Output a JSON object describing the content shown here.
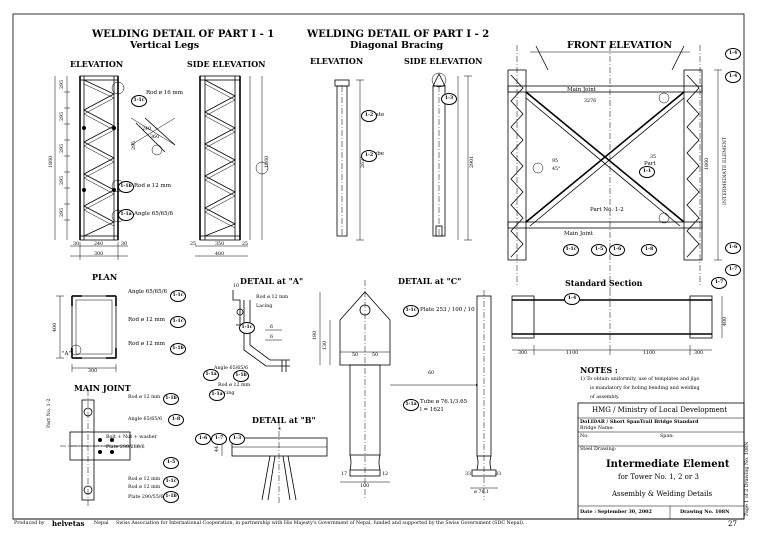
{
  "headers": {
    "part1_title": "WELDING DETAIL OF PART  I - 1",
    "part1_sub": "Vertical Legs",
    "part2_title": "WELDING DETAIL OF PART  I - 2",
    "part2_sub": "Diagonal Bracing",
    "front_elevation": "FRONT ELEVATION",
    "elevation_1": "ELEVATION",
    "side_elevation_1": "SIDE ELEVATION",
    "elevation_2": "ELEVATION",
    "side_elevation_2": "SIDE ELEVATION",
    "plan": "PLAN",
    "detail_a": "DETAIL at \"A\"",
    "detail_b": "DETAIL at \"B\"",
    "detail_c": "DETAIL at \"C\"",
    "main_joint": "MAIN  JOINT",
    "standard_section": "Standard Section"
  },
  "callouts": [
    "1-1c",
    "1-1b",
    "1-1a",
    "1-2",
    "1-2",
    "1-3",
    "1-4",
    "1-4",
    "1-6",
    "1-7",
    "1-8",
    "1-1c",
    "1-1c",
    "1-1b",
    "1-1a",
    "1-1c",
    "1-1a",
    "1-1b",
    "1-1c",
    "1-1a",
    "1-1b",
    "1-6",
    "1-7",
    "1-3",
    "1-5",
    "1-1c",
    "1-1b",
    "1-4",
    "1-1c",
    "1-5",
    "1-6",
    "1-7",
    "1-8",
    "1-1"
  ],
  "labels": {
    "rod16": "Rod ø 16 mm",
    "rod12": "Rod ø 12 mm",
    "angle65": "Angle 65/65/6",
    "plate": "Plate",
    "tube": "Tube",
    "main_joint": "Main Joint",
    "main_joint2": "Main Joint",
    "part": "Part",
    "part_no": "Part No. 1-2",
    "plan_angle": "Angle 65/65/6",
    "plan_rod1": "Rod ø 12 mm",
    "plan_rod2": "Rod ø 12 mm",
    "plan_a": "\"A\"",
    "da_rod": "Rod ø 12 mm",
    "da_lacing": "Lacing",
    "da_angle": "Angle 65/65/6",
    "da_rod2": "Rod ø 12 mm",
    "da_lacing2": "Lacing",
    "dc_plate": "Plate 253 / 100 / 10",
    "dc_tube": "Tube ø 76.1/3.65",
    "dc_len": "l = 1621",
    "mj_rod1": "Rod ø 12 mm",
    "mj_angle": "Angle 65/65/6",
    "mj_bolt": "Bolt + Nut + washer",
    "mj_plate1": "Plate 290/286/6",
    "mj_rod2": "Rod ø 12 mm",
    "mj_rod3": "Rod ø 12 mm",
    "mj_plate2": "Plate 290/55/6",
    "part_no_12": "Part No. 1-2",
    "intermediate_element": "INTERMEDIATE ELEMENT"
  },
  "dimensions": {
    "e1_bottom": [
      "240",
      "30",
      "30"
    ],
    "e1_total": "300",
    "e1_height": "1860",
    "e1_segments": [
      "30",
      "295",
      "295",
      "295",
      "295",
      "295",
      "295",
      "30"
    ],
    "se1_bottom": [
      "25",
      "350",
      "25"
    ],
    "se1_total": "400",
    "se1_height": "1860",
    "lacing_240": "240",
    "lacing_295": "295",
    "lacing_360": "360",
    "e2_height": "2621",
    "se2_height": "2901",
    "fe_height": "1860",
    "fe_rot": "3276",
    "fe_angle": "45°",
    "fe_95": "95",
    "fe_45": "45",
    "fe_35": "35",
    "plan_400": "400",
    "plan_300": "300",
    "std_300a": "300",
    "std_1100a": "1100",
    "std_1100b": "1100",
    "std_300b": "300",
    "std_400": "400",
    "dc_50a": "50",
    "dc_50b": "50",
    "dc_130": "130",
    "dc_180": "180",
    "dc_100": "100",
    "dc_76": "ø 76.1",
    "dc_76b": "ø 76.1",
    "dc_60": "60",
    "dc_17": "17",
    "dc_12": "12",
    "dc_33a": "33",
    "dc_33b": "33",
    "da_10": "10",
    "da_6a": "6",
    "da_6b": "6",
    "db_44": "44",
    "db_4": "4"
  },
  "notes": {
    "title": "NOTES :",
    "line1": "1)  To obtain uniformity, use of templates and jigs",
    "line2": "is mandatory for holing bending and welding",
    "line3": "of assembly."
  },
  "title_block": {
    "org": "HMG / Ministry of Local Development",
    "std": "DoLIDAR / Short SpanTrail Bridge Standard",
    "bridge_name": "Bridge Name:",
    "no": "No:",
    "span": "Span:",
    "steel_drawing": "Steel Drawing:",
    "main_title": "Intermediate Element",
    "sub_title": "for Tower  No. 1, 2 or 3",
    "assembly": "Assembly & Welding Details",
    "date": "Date : September 30, 2002",
    "drawing_no": "Drawing No. 108N"
  },
  "footer": {
    "produced_by": "Produced by",
    "helvetas": "helvetas",
    "nepal": "Nepal",
    "text": "Swiss Association for International Cooperation, in partnership with His Majesty's Government of Nepal, funded and supported by the Swiss Government (SDC Nepal).",
    "page_no": "27",
    "side_text": "Page 1 of 2 Drawing No. 108N"
  }
}
